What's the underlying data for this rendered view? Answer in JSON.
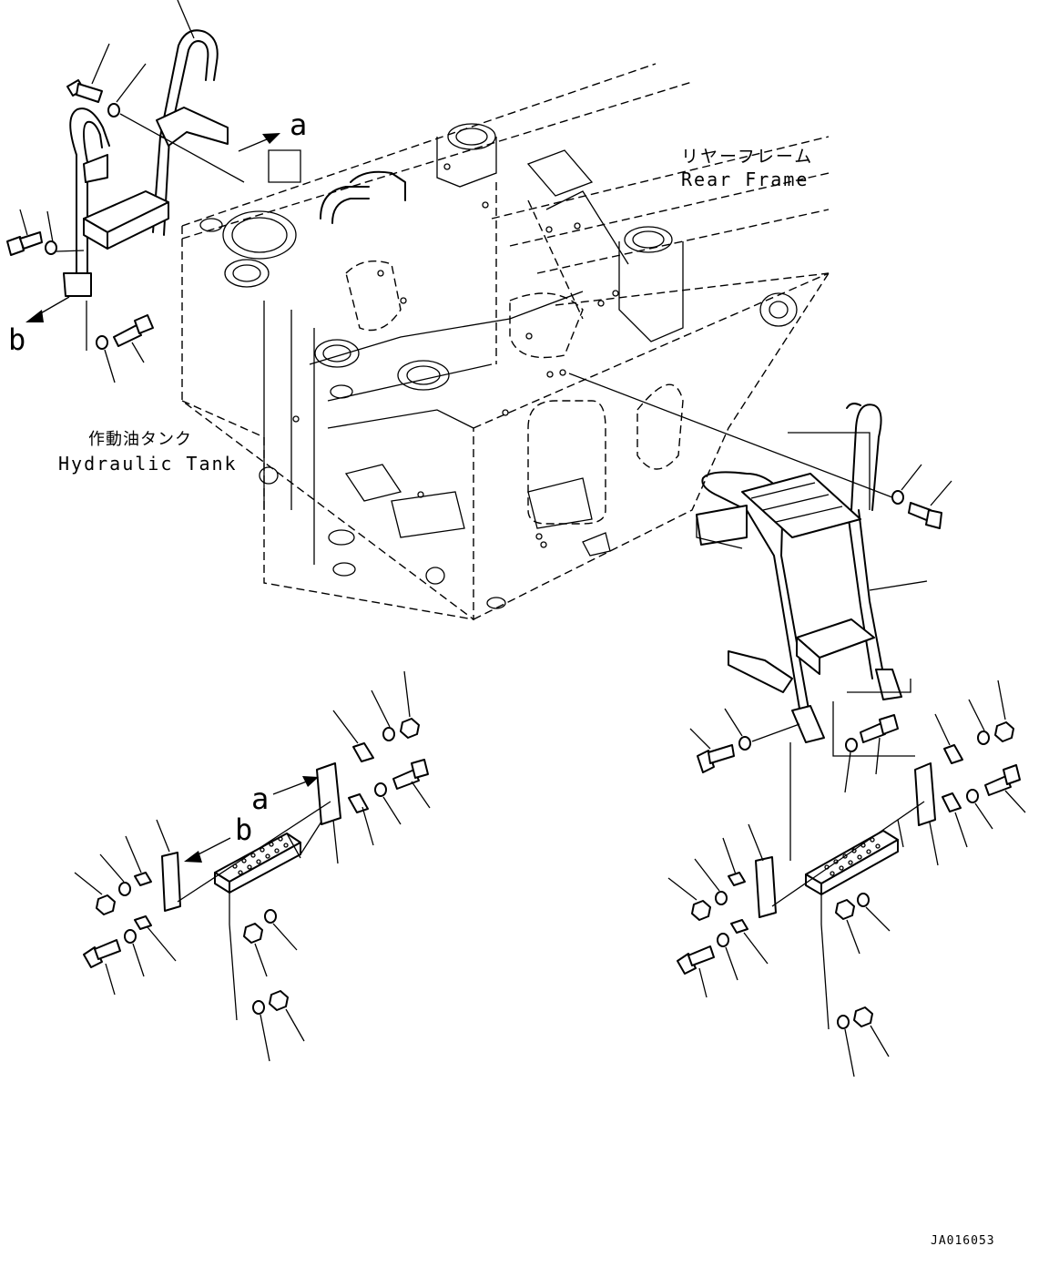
{
  "labels": {
    "rear_frame_jp": "リヤーフレーム",
    "rear_frame_en": "Rear Frame",
    "hydraulic_tank_jp": "作動油タンク",
    "hydraulic_tank_en": "Hydraulic Tank",
    "ref_a": "a",
    "ref_b": "b",
    "drawing_code": "JA016053"
  }
}
